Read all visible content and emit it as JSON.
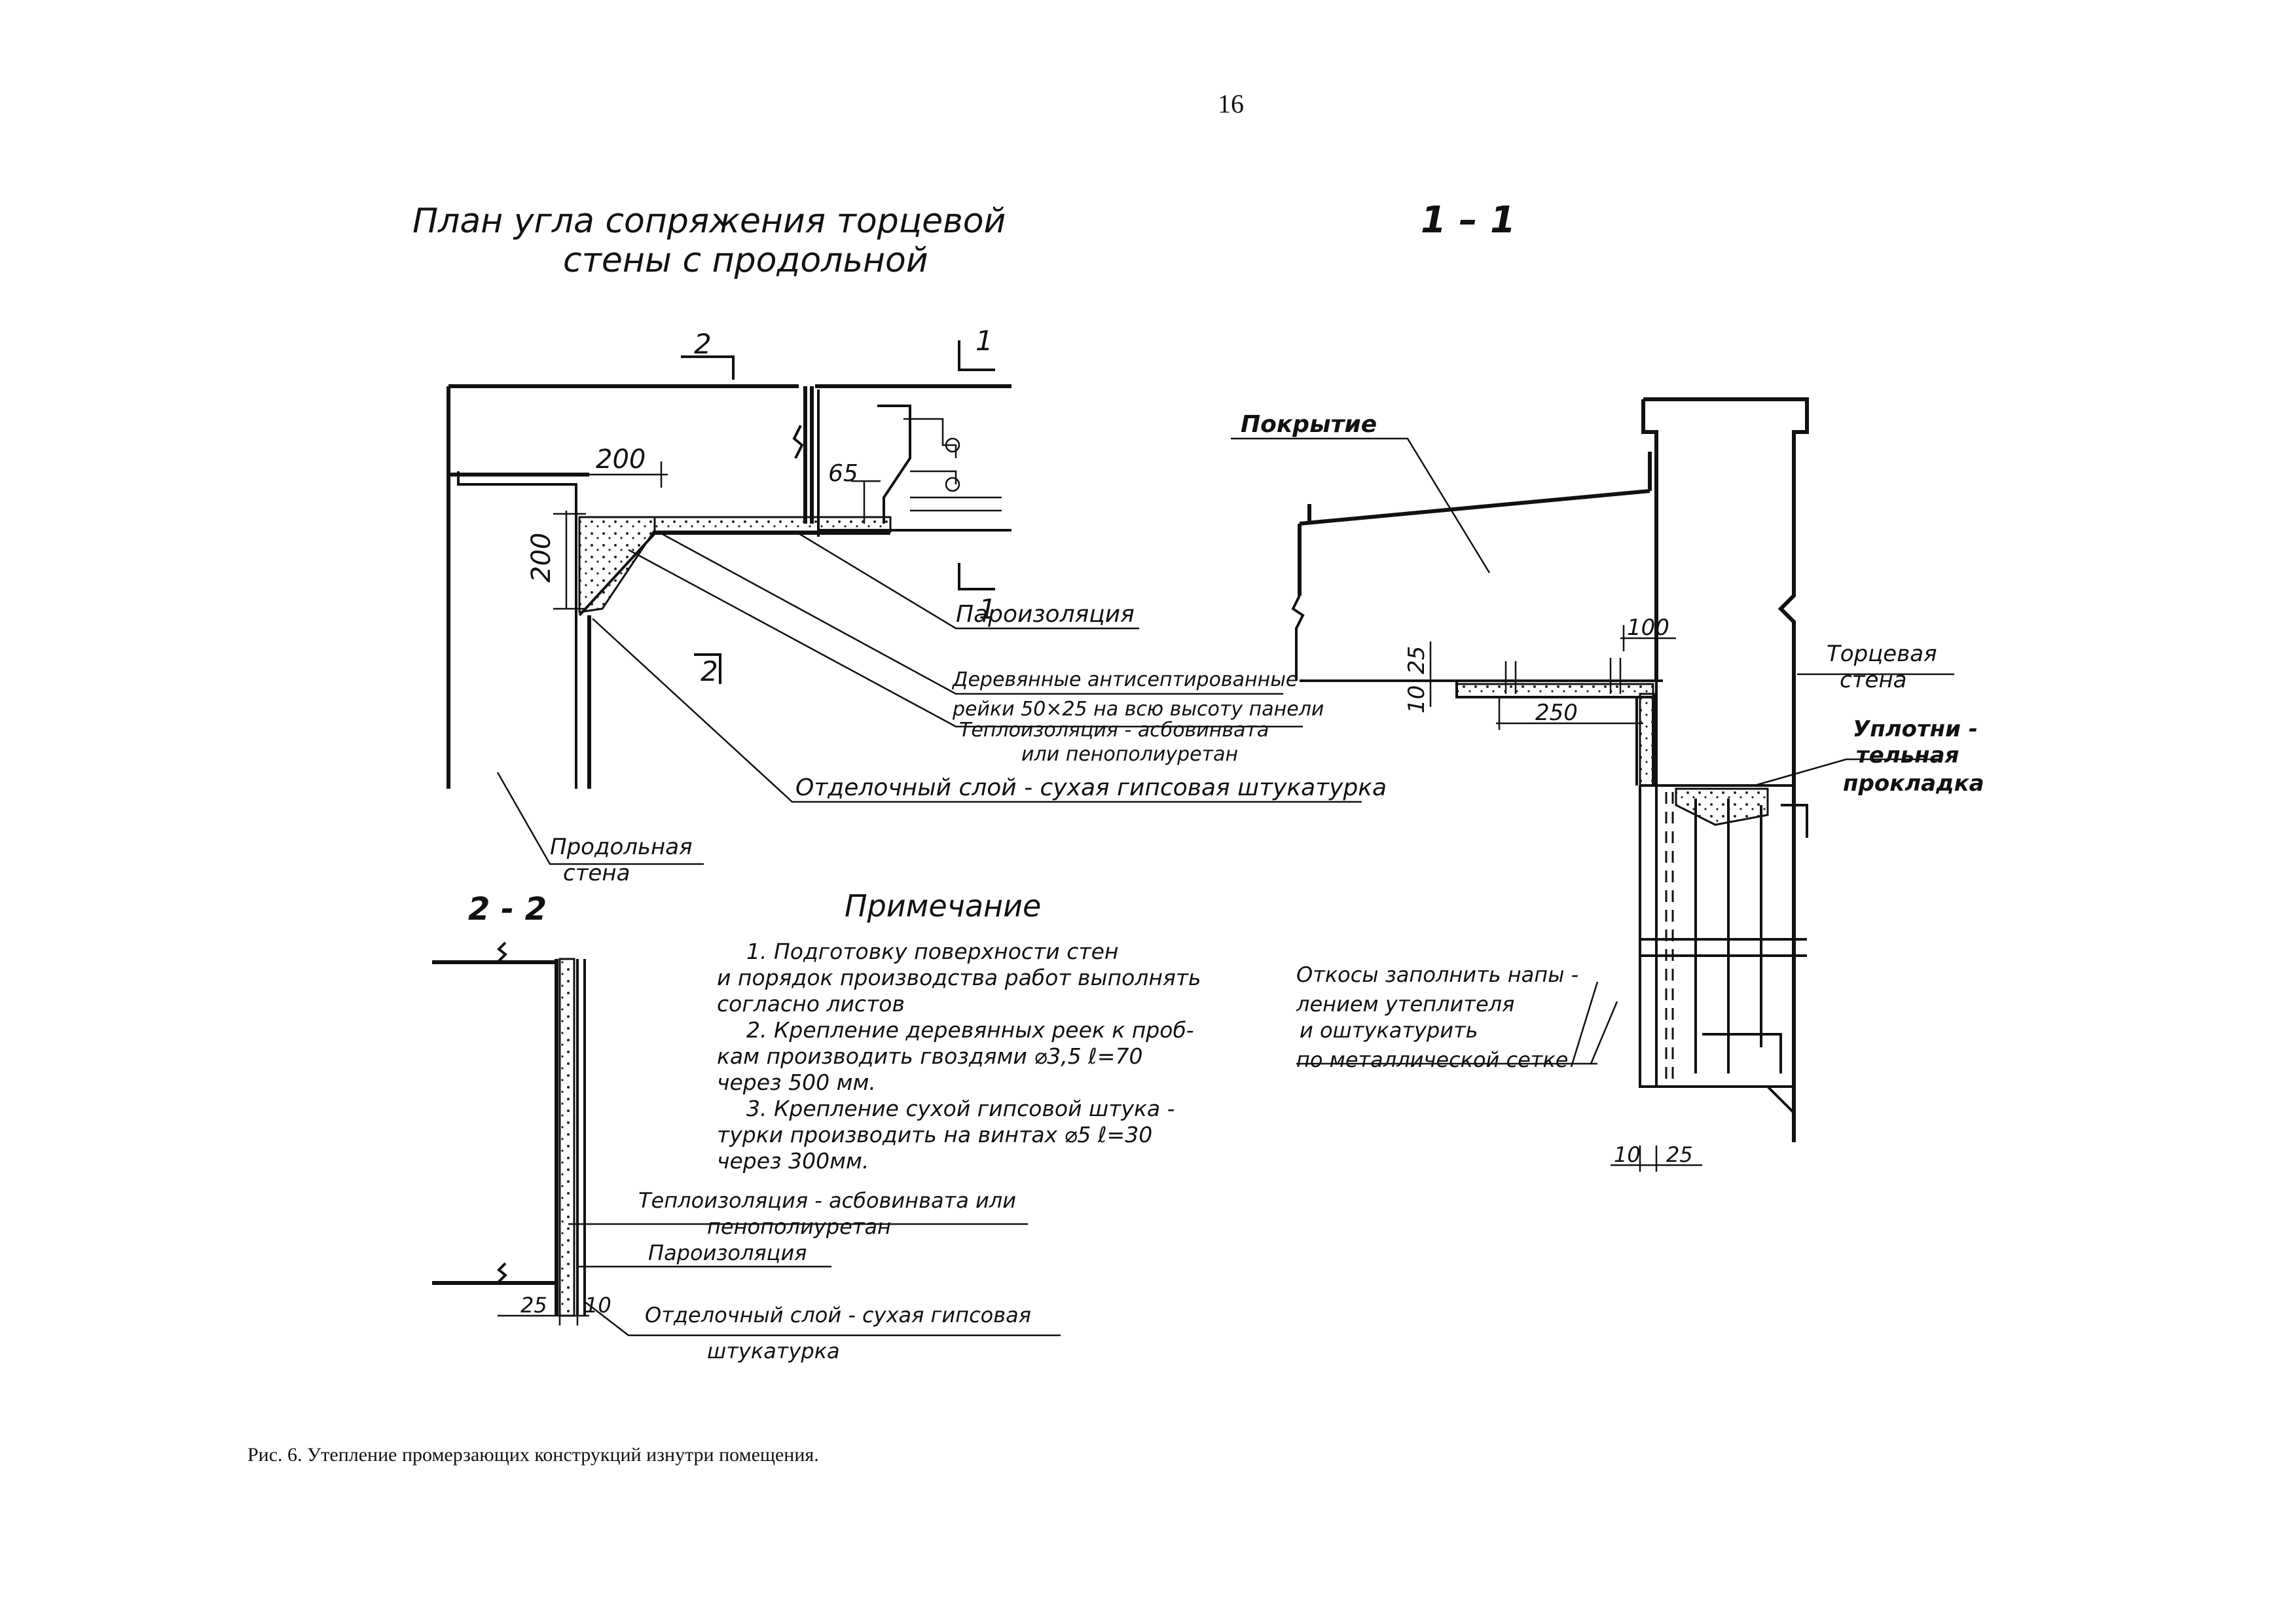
{
  "page_number": "16",
  "plan": {
    "title_line1": "План угла сопряжения торцевой",
    "title_line2": "стены с продольной",
    "cut_2": "2",
    "cut_1": "1",
    "dim_200_h": "200",
    "dim_200_v": "200",
    "dim_65": "65",
    "label_parovap": "Пароизоляция",
    "label_rails_1": "Деревянные антисептированные",
    "label_rails_2": "рейки 50×25 на всю высоту панели",
    "label_insul_1": "Теплоизоляция - асбовинвата",
    "label_insul_2": "или пенополиуретан",
    "label_finish": "Отделочный слой - сухая гипсовая штукатурка",
    "label_long_wall_1": "Продольная",
    "label_long_wall_2": "стена"
  },
  "section_1": {
    "title": "1 – 1",
    "label_roof": "Покрытие",
    "dim_100": "100",
    "dim_25": "25",
    "dim_10": "10",
    "dim_250": "250",
    "label_end_wall_1": "Торцевая",
    "label_end_wall_2": "стена",
    "label_seal_1": "Уплотни -",
    "label_seal_2": "тельная",
    "label_seal_3": "прокладка",
    "label_slopes_1": "Откосы заполнить напы -",
    "label_slopes_2": "лением утеплителя",
    "label_slopes_3": "и оштукатурить",
    "label_slopes_4": "по металлической сетке",
    "dim_10b": "10",
    "dim_25b": "25"
  },
  "section_2": {
    "title": "2 - 2",
    "label_insul_1": "Теплоизоляция - асбовинвата или",
    "label_insul_2": "пенополиуретан",
    "label_parovap": "Пароизоляция",
    "label_finish_1": "Отделочный слой - сухая гипсовая",
    "label_finish_2": "штукатурка",
    "dim_25": "25",
    "dim_10": "10"
  },
  "note": {
    "title": "Примечание",
    "lines": [
      "1. Подготовку поверхности стен",
      "и порядок производства работ выполнять",
      "согласно листов",
      "2. Крепление деревянных реек к проб-",
      "кам производить гвоздями ⌀3,5 ℓ=70",
      "через 500 мм.",
      "3. Крепление сухой гипсовой штука -",
      "турки производить на винтах ⌀5 ℓ=30",
      "через 300мм."
    ]
  },
  "caption": "Рис. 6. Утепление промерзающих конструкций изнутри помещения."
}
